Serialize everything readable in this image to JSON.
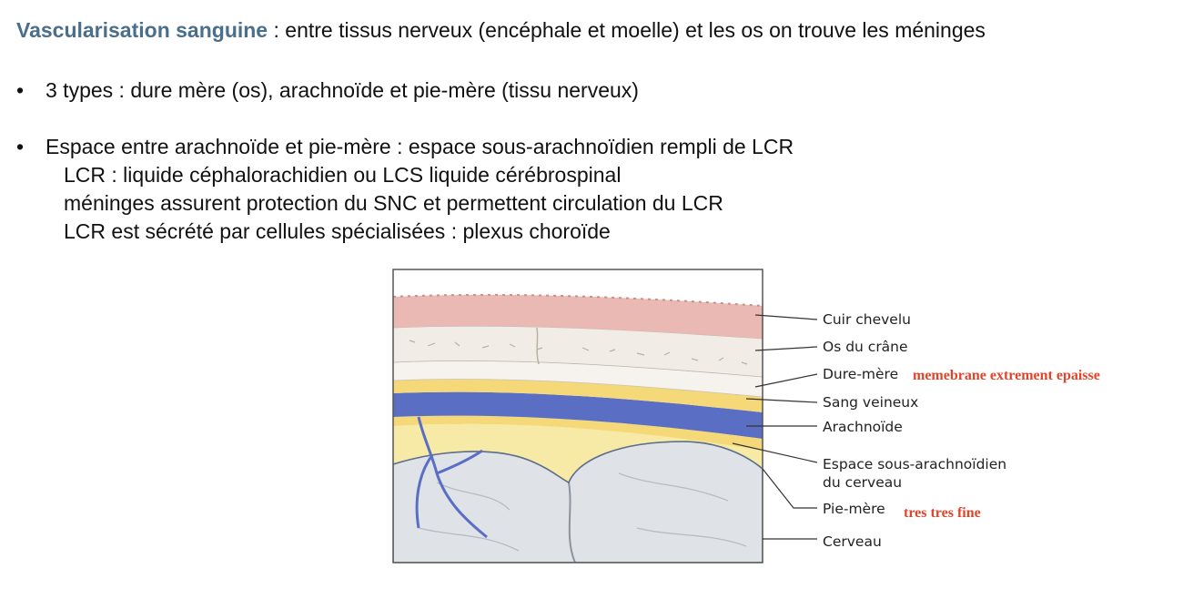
{
  "header": {
    "keyword": "Vascularisation sanguine",
    "rest": " : entre tissus nerveux (encéphale et moelle) et les os on trouve les méninges"
  },
  "bullets": [
    {
      "symbol": "•",
      "text": "3 types : dure mère (os), arachnoïde et pie-mère (tissu nerveux)",
      "sublines": []
    },
    {
      "symbol": "•",
      "text": "Espace entre arachnoïde et pie-mère : espace sous-arachnoïdien rempli de LCR",
      "sublines": [
        "LCR :  liquide céphalorachidien ou LCS liquide cérébrospinal",
        "méninges assurent protection du SNC et permettent circulation du LCR",
        "LCR est sécrété par cellules spécialisées : plexus choroïde"
      ]
    }
  ],
  "diagram": {
    "labels": [
      "Cuir chevelu",
      "Os du crâne",
      "Dure-mère",
      "Sang veineux",
      "Arachnoïde",
      "Espace sous-arachnoïdien",
      "du cerveau",
      "Pie-mère",
      "Cerveau"
    ],
    "notes": {
      "dure_mere": "memebrane extrement epaisse",
      "pie_mere": "tres tres fine"
    },
    "colors": {
      "scalp": "#eab9b4",
      "bone": "#f1ede6",
      "dura": "#f5d877",
      "blood": "#5a6fc4",
      "subarachnoid": "#f7e9a6",
      "brain": "#dfe3e8",
      "note": "#e0452a"
    }
  }
}
